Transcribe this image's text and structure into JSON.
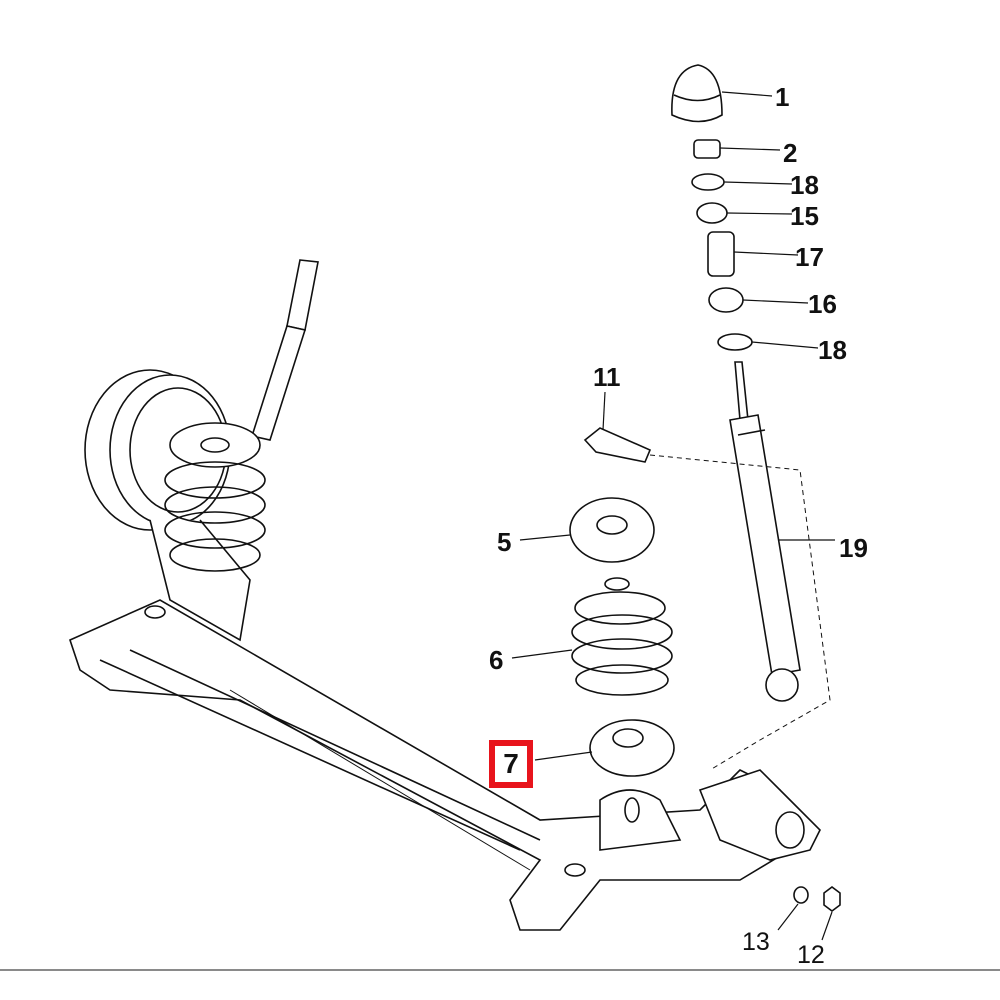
{
  "diagram": {
    "callouts": {
      "c1": "1",
      "c2": "2",
      "c18a": "18",
      "c15": "15",
      "c17": "17",
      "c16": "16",
      "c18b": "18",
      "c11": "11",
      "c19": "19",
      "c5": "5",
      "c6": "6",
      "c7": "7",
      "c13": "13",
      "c12": "12"
    },
    "highlighted_part": "7",
    "highlight_color": "#e8141c"
  }
}
